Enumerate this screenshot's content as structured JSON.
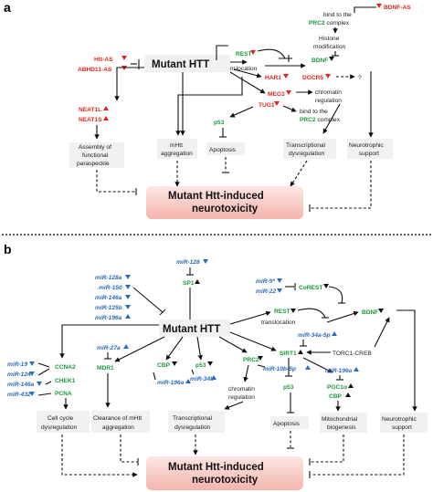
{
  "panel_a": {
    "label": "a",
    "bdnf_as": "BDNF-AS",
    "bind_prc2_top_1": "bind to the",
    "bind_prc2_top_2": "PRC2",
    "bind_prc2_top_3": "complex",
    "histone_1": "Histone",
    "histone_2": "modification",
    "rest": "REST",
    "translocation": "translocation",
    "bdnf": "BDNF",
    "htt_as": "Htt-AS",
    "abhd11_as": "ABHD11-AS",
    "mutant_htt": "Mutant HTT",
    "har1": "HAR1",
    "dgcr5": "DGCR5",
    "question": "?",
    "meg3": "MEG3",
    "tug1": "TUG1",
    "chromatin_1": "chromatin",
    "chromatin_2": "regulation",
    "bind_prc2_mid_1": "bind to the",
    "bind_prc2_mid_2": "PRC2",
    "bind_prc2_mid_3": "complex",
    "neat1l": "NEAT1L",
    "neat1s": "NEAT1S",
    "p53": "p53",
    "assembly_1": "Assembly of",
    "assembly_2": "functional",
    "assembly_3": "paraspeckle",
    "mhtt_1": "mHtt",
    "mhtt_2": "aggregation",
    "apoptosis": "Apoptosis",
    "transcriptional_1": "Transcriptional",
    "transcriptional_2": "dysregulation",
    "neurotrophic_1": "Neurotrophic",
    "neurotrophic_2": "support",
    "outcome_1": "Mutant Htt-induced",
    "outcome_2": "neurotoxicity"
  },
  "panel_b": {
    "label": "b",
    "mir128": "miR-128",
    "sp1": "SP1",
    "mir128a": "miR-128a",
    "mir150": "miR-150",
    "mir146a": "miR-146a",
    "mir125b": "miR-125b",
    "mir196a_top": "miR-196a",
    "mir9": "miR-9*",
    "mir22": "miR-22",
    "corest": "CoREST",
    "mutant_htt": "Mutant HTT",
    "rest": "REST",
    "translocation": "translocation",
    "bdnf": "BDNF",
    "mir34a5p": "miR-34a-5p",
    "sirt1": "SIRT1",
    "torc1": "TORC1-CREB",
    "mir19": "miR-19",
    "mir124": "miR-124",
    "mir146a_left": "miR-146a",
    "mir432": "miR-432",
    "ccna2": "CCNA2",
    "chek1": "CHEK1",
    "pcna": "PCNA",
    "mir27a": "miR-27a",
    "mdr1": "MDR1",
    "cbp": "CBP",
    "mir196a_mid": "miR-196a",
    "p53": "p53",
    "mir34b": "miR-34b",
    "prc2": "PRC2",
    "mir10b5p": "miR-10b-5p",
    "p53_right": "p53",
    "mir196a_right": "miR-196a",
    "pgc1a": "PGC1α",
    "cbp_right": "CBP",
    "chromatin_1": "chromatin",
    "chromatin_2": "regulation",
    "cell_cycle_1": "Cell cycle",
    "cell_cycle_2": "dysregulation",
    "clearance_1": "Clearance of mHtt",
    "clearance_2": "aggregation",
    "transcriptional_1": "Transcriptional",
    "transcriptional_2": "dysregulation",
    "apoptosis": "Apoptosis",
    "mito_1": "Mitochondrial",
    "mito_2": "biogenesis",
    "neurotrophic_1": "Neurotrophic",
    "neurotrophic_2": "support",
    "outcome_1": "Mutant Htt-induced",
    "outcome_2": "neurotoxicity"
  },
  "colors": {
    "lncrna": "#e0261d",
    "protein": "#1a9a3a",
    "mirna": "#2a6cb8",
    "outcome_bg": "#f6c9c4"
  }
}
